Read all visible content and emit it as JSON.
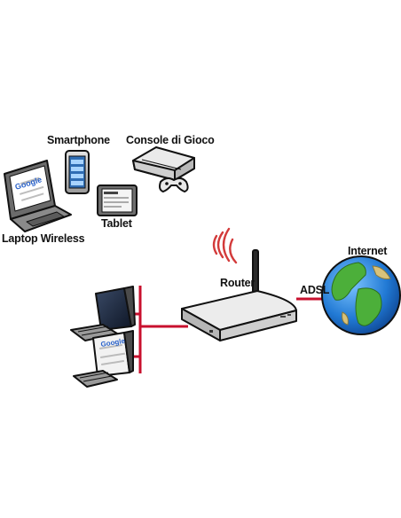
{
  "labels": {
    "smartphone": "Smartphone",
    "console": "Console di Gioco",
    "laptop": "Laptop Wireless",
    "tablet": "Tablet",
    "router": "Router",
    "adsl": "ADSL",
    "internet": "Internet"
  },
  "screen_text": "Google",
  "colors": {
    "link": "#c8102e",
    "wifi": "#d33a3a",
    "outline": "#111111",
    "device_gray": "#c9c9c9",
    "ocean": "#1e6fc8",
    "land": "#4caf3a"
  },
  "icons": [
    "laptop-icon",
    "smartphone-icon",
    "tablet-icon",
    "game-console-icon",
    "router-icon",
    "globe-icon",
    "desktop-pc-icon",
    "wifi-signal-icon"
  ]
}
